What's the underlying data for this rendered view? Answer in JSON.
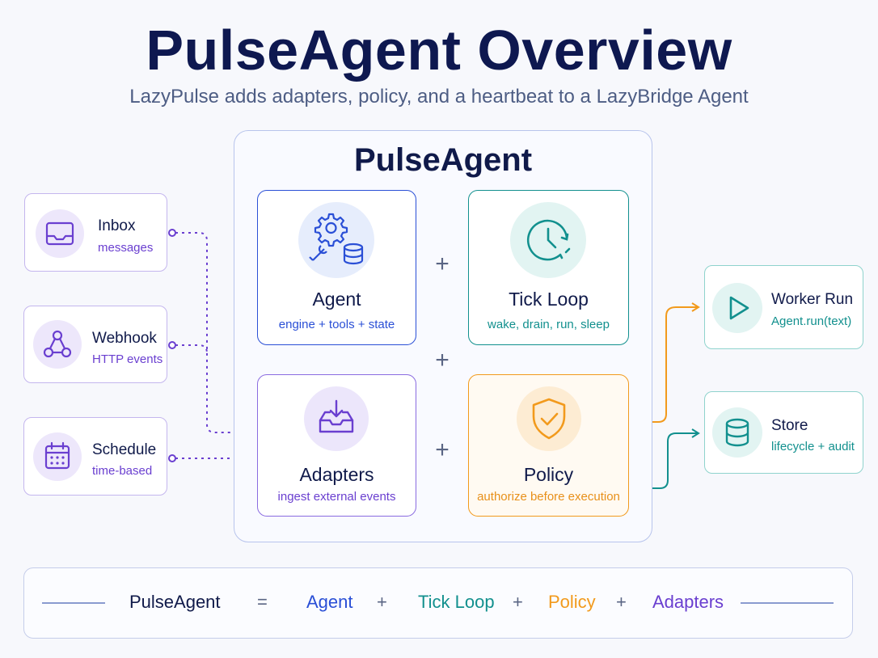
{
  "header": {
    "title": "PulseAgent Overview",
    "subtitle": "LazyPulse adds adapters, policy, and a heartbeat to a LazyBridge Agent"
  },
  "container": {
    "title": "PulseAgent"
  },
  "cards": {
    "agent": {
      "title": "Agent",
      "subtitle": "engine + tools + state"
    },
    "tick_loop": {
      "title": "Tick Loop",
      "subtitle": "wake, drain, run, sleep"
    },
    "adapters": {
      "title": "Adapters",
      "subtitle": "ingest external events"
    },
    "policy": {
      "title": "Policy",
      "subtitle": "authorize before execution"
    }
  },
  "plus_sign": "+",
  "inputs": [
    {
      "title": "Inbox",
      "subtitle": "messages",
      "icon": "inbox-icon"
    },
    {
      "title": "Webhook",
      "subtitle": "HTTP events",
      "icon": "webhook-icon"
    },
    {
      "title": "Schedule",
      "subtitle": "time-based",
      "icon": "calendar-icon"
    }
  ],
  "outputs": [
    {
      "title": "Worker Run",
      "subtitle": "Agent.run(text)",
      "icon": "play-icon"
    },
    {
      "title": "Store",
      "subtitle": "lifecycle + audit",
      "icon": "database-icon"
    }
  ],
  "formula": {
    "lhs": "PulseAgent",
    "equals": "=",
    "terms": [
      "Agent",
      "Tick Loop",
      "Policy",
      "Adapters"
    ],
    "plus": "+"
  },
  "colors": {
    "navy": "#0e1850",
    "blue": "#2a4fd6",
    "teal": "#12908e",
    "orange": "#f29a1c",
    "purple": "#6a3fd0"
  }
}
